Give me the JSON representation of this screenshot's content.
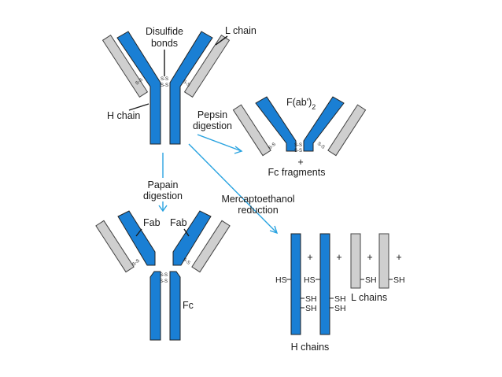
{
  "colors": {
    "heavy_chain": "#1a7fd4",
    "light_chain": "#cfcfcf",
    "arrow": "#29a3e0",
    "text": "#1a1a1a"
  },
  "labels": {
    "disulfide_line1": "Disulfide",
    "disulfide_line2": "bonds",
    "l_chain": "L chain",
    "h_chain": "H chain",
    "pepsin_line1": "Pepsin",
    "pepsin_line2": "digestion",
    "fab2_base": "F(ab')",
    "fab2_sub": "2",
    "plus": "+",
    "fc_fragments": "Fc  fragments",
    "papain_line1": "Papain",
    "papain_line2": "digestion",
    "mercapto_line1": "Mercaptoethanol",
    "mercapto_line2": "reduction",
    "fab_left": "Fab",
    "fab_right": "Fab",
    "fc": "Fc",
    "l_chains": "L chains",
    "h_chains": "H chains",
    "hs": "HS",
    "sh": "SH",
    "ss": "S-S"
  }
}
